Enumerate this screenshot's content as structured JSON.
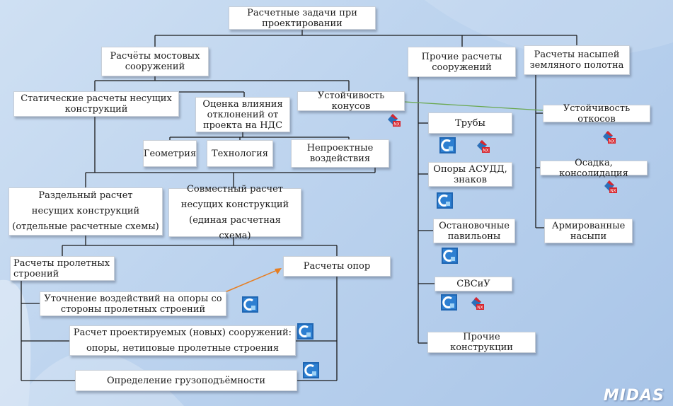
{
  "diagram": {
    "root": "Расчетные задачи при\nпроектировании",
    "bridge": "Расчёты мостовых\nсооружений",
    "other": "Прочие расчеты\nсооружений",
    "embank": "Расчеты насыпей\nземляного полотна",
    "static": "Статические расчеты несущих\nконструкций",
    "deviation": "Оценка влияния\nотклонений от\nпроекта на НДС",
    "cones": "Устойчивость\nконусов",
    "geometry": "Геометрия",
    "technology": "Технология",
    "nonproj": "Непроектные\nвоздействия",
    "separate": "Раздельный расчет\nнесущих конструкций\n(отдельные расчетные схемы)",
    "joint": "Совместный расчет\nнесущих конструкций\n(единая расчетная схема)",
    "spans": "Расчеты пролетных\nстроений",
    "supports": "Расчеты опор",
    "refine": "Уточнение воздействий на опоры со\nстороны пролетных строений",
    "newcalc": "Расчет проектируемых (новых) сооружений:\nопоры, нетиповые пролетные строения",
    "capacity": "Определение грузоподъёмности",
    "pipes": "Трубы",
    "asudd": "Опоры АСУДД,\nзнаков",
    "pavilions": "Остановочные\nпавильоны",
    "svsiu": "СВСиУ",
    "otherconst": "Прочие конструкции",
    "slopes": "Устойчивость откосов",
    "settle": "Осадка, консолидация",
    "reinforced": "Армированные\nнасыпи"
  },
  "icons": {
    "civil": "midas-civil-icon",
    "gts": "midas-gts-nx-icon"
  },
  "colors": {
    "connector": "#1a1a1a",
    "green_arrow": "#6aa84f",
    "orange_arrow": "#e67e22",
    "civil_blue": "#1f66b3",
    "gts_red": "#d7262e"
  },
  "brand": "MIDAS"
}
